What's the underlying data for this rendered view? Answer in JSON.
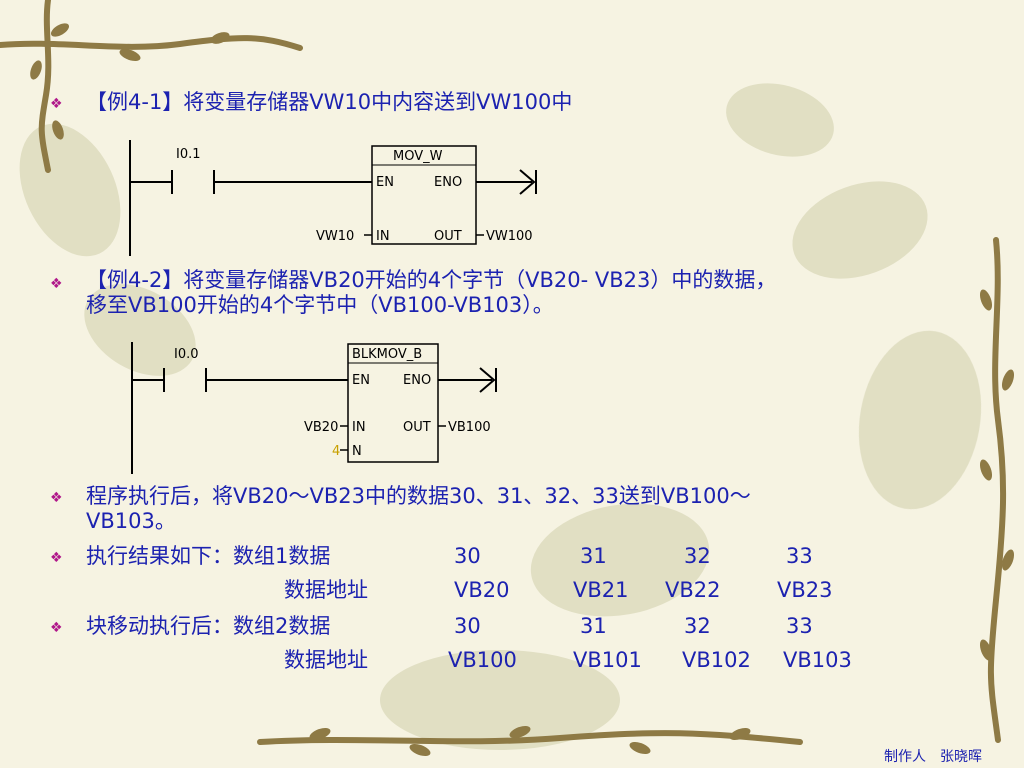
{
  "slide": {
    "items": [
      {
        "text": "【例4-1】将变量存储器VW10中内容送到VW100中"
      },
      {
        "text": "【例4-2】将变量存储器VB20开始的4个字节（VB20- VB23）中的数据，",
        "text2": "移至VB100开始的4个字节中（VB100-VB103）。"
      },
      {
        "text": "程序执行后，将VB20～VB23中的数据30、31、32、33送到VB100～",
        "text2": "VB103。"
      },
      {
        "text": "执行结果如下：数组1数据"
      },
      {
        "text": "块移动执行后：数组2数据"
      }
    ],
    "table1": {
      "data_label": "数组1数据",
      "values": [
        "30",
        "31",
        "32",
        "33"
      ],
      "addr_label": "数据地址",
      "addrs": [
        "VB20",
        "VB21",
        "VB22",
        "VB23"
      ]
    },
    "table2": {
      "data_label": "数组2数据",
      "values": [
        "30",
        "31",
        "32",
        "33"
      ],
      "addr_label": "数据地址",
      "addrs": [
        "VB100",
        "VB101",
        "VB102",
        "VB103"
      ]
    },
    "footer": "制作人　张晓晖",
    "bullet_color": "#b0188a",
    "text_color": "#1c22b0"
  },
  "ladder1": {
    "contact": "I0.1",
    "box_title": "MOV_W",
    "en": "EN",
    "eno": "ENO",
    "in": "IN",
    "out": "OUT",
    "in_operand": "VW10",
    "out_operand": "VW100"
  },
  "ladder2": {
    "contact": "I0.0",
    "box_title": "BLKMOV_B",
    "en": "EN",
    "eno": "ENO",
    "in": "IN",
    "out": "OUT",
    "n": "N",
    "in_operand": "VB20",
    "out_operand": "VB100",
    "n_operand": "4",
    "n_operand_color": "#c8a000"
  }
}
